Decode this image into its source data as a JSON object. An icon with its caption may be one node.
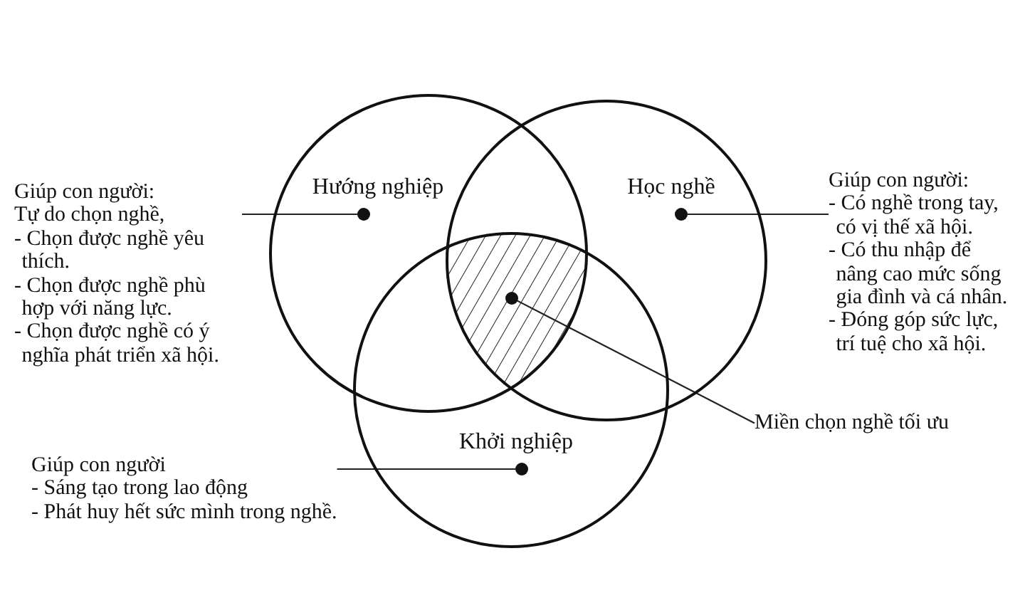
{
  "diagram": {
    "nodes": [
      {
        "text": [
          "Hướng nghiệp"
        ]
      },
      {
        "text": [],
        "shape": "dot",
        "in": 0
      },
      {
        "text": [
          "Học nghề"
        ]
      },
      {
        "text": [],
        "shape": "dot",
        "in": 2
      },
      {
        "text": [
          "Khởi nghiệp"
        ]
      },
      {
        "text": [],
        "shape": "dot",
        "in": 4
      },
      {
        "text": [],
        "shape": "dot"
      },
      {
        "text": [
          "Giúp con người:",
          "Tự do chọn nghề,",
          "- Chọn được nghề yêu thích.",
          "- Chọn được nghề phù hợp với năng lực.",
          "- Chọn được nghề có ý nghĩa phát triển xã hội."
        ]
      },
      {
        "text": [
          "Giúp con người:",
          "- Có nghề trong tay, có vị thế xã hội.",
          "- Có thu nhập để nâng cao mức sống gia đình và cá nhân.",
          "- Đóng góp sức lực, trí tuệ cho xã hội."
        ]
      },
      {
        "text": [
          "Miền chọn nghề tối ưu"
        ]
      },
      {
        "text": [
          "Giúp con người",
          "- Sáng tạo trong lao động",
          "- Phát huy hết sức mình trong nghề."
        ]
      }
    ],
    "edges": [
      {
        "from": 7,
        "to": 1,
        "arrow": "none"
      },
      {
        "from": 8,
        "to": 3,
        "arrow": "none"
      },
      {
        "from": 9,
        "to": 6,
        "arrow": "none"
      },
      {
        "from": 10,
        "to": 5,
        "arrow": "none"
      }
    ]
  }
}
